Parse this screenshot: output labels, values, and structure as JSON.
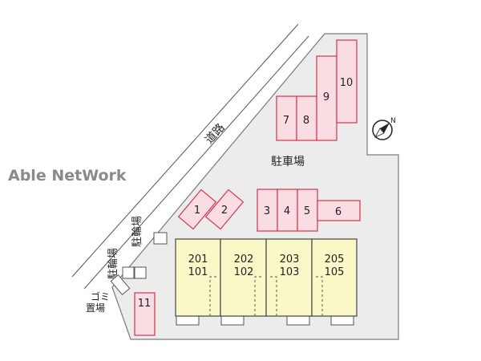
{
  "colors": {
    "lot": "#ececec",
    "lot_stroke": "#7a7a7a",
    "space_fill": "#f9dde2",
    "space_stroke": "#d2344e",
    "building_fill": "#fbf8c8",
    "building_stroke": "#444444",
    "watermark": "#8a8a8a"
  },
  "watermark": "Able NetWork",
  "road_label": "道路",
  "parking_label": "駐車場",
  "bike_parking_1": "駐輪場",
  "bike_parking_2": "駐輪場",
  "garbage_label_1": "ゴミ",
  "garbage_label_2": "置場",
  "compass_letter": "N",
  "parking_spaces": [
    "1",
    "2",
    "3",
    "4",
    "5",
    "6",
    "7",
    "8",
    "9",
    "10",
    "11"
  ],
  "units": [
    {
      "upper": "201",
      "lower": "101"
    },
    {
      "upper": "202",
      "lower": "102"
    },
    {
      "upper": "203",
      "lower": "103"
    },
    {
      "upper": "205",
      "lower": "105"
    }
  ]
}
